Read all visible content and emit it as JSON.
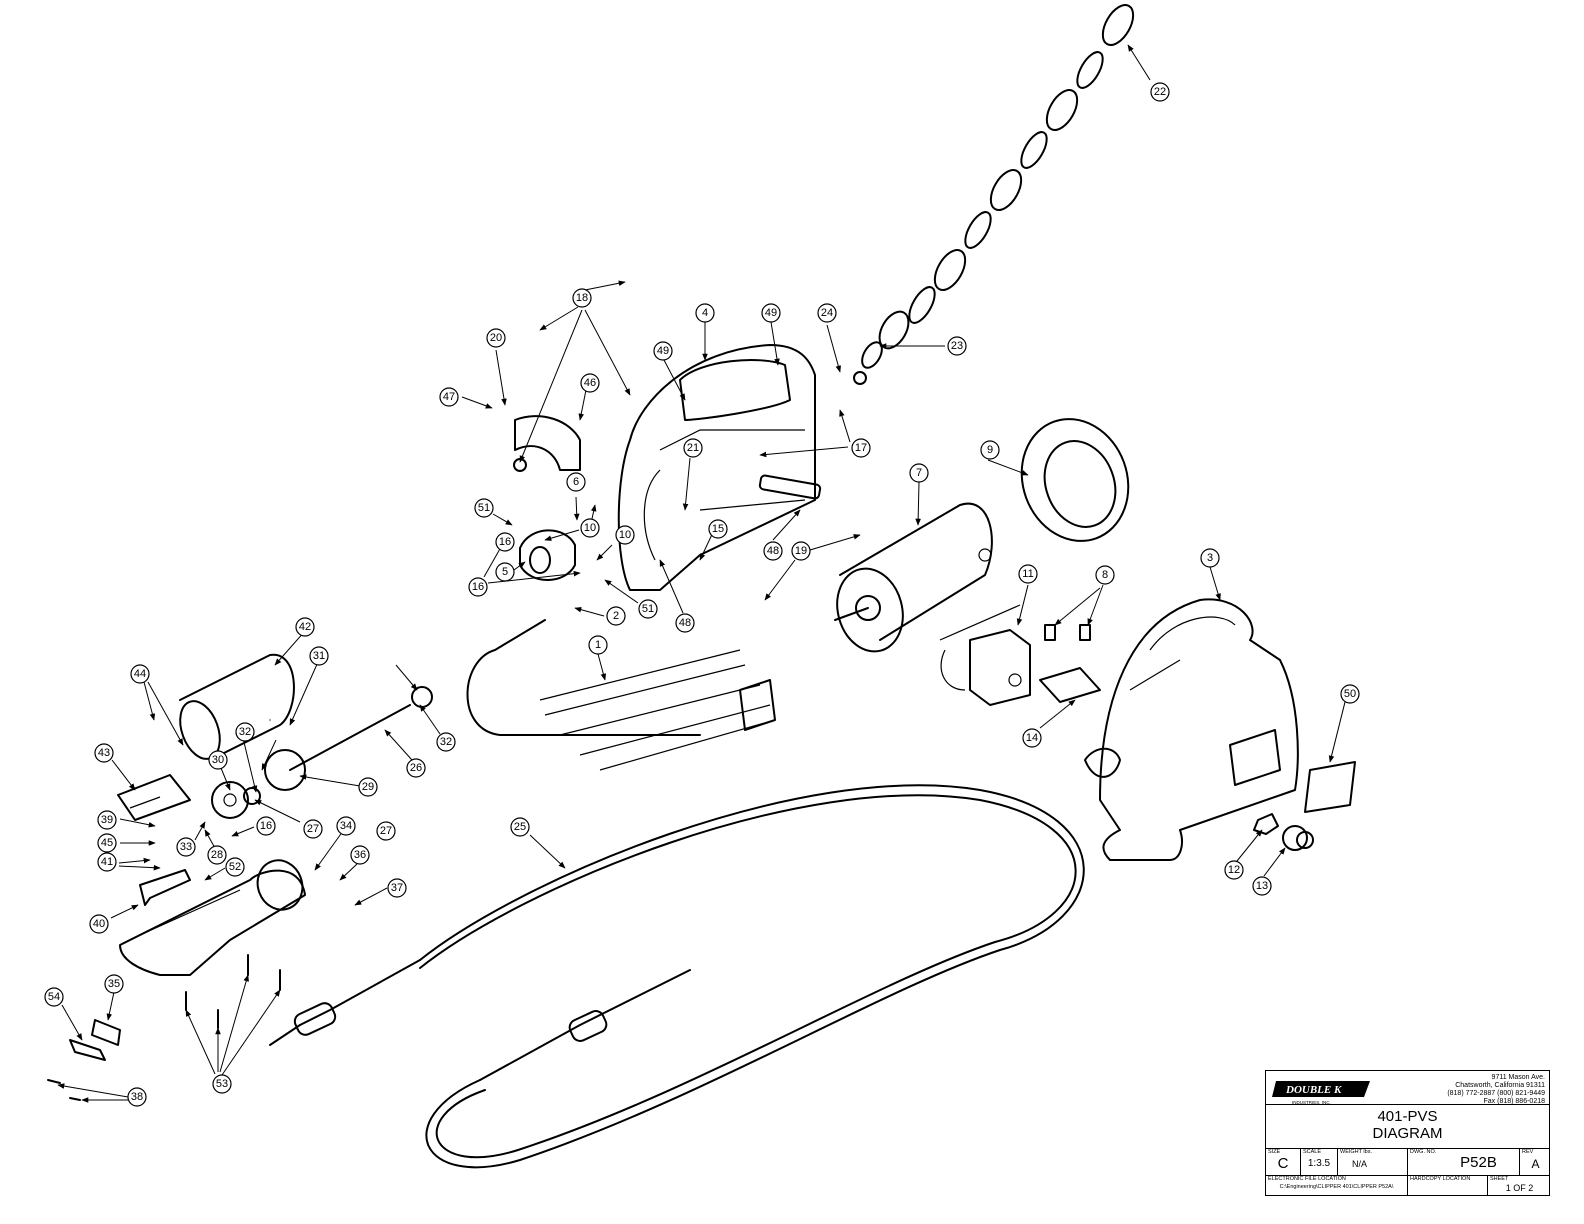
{
  "callouts": [
    "1",
    "2",
    "3",
    "4",
    "5",
    "6",
    "7",
    "8",
    "9",
    "10",
    "10",
    "11",
    "12",
    "13",
    "14",
    "15",
    "16",
    "16",
    "16",
    "17",
    "18",
    "19",
    "20",
    "21",
    "22",
    "23",
    "24",
    "25",
    "26",
    "27",
    "27",
    "28",
    "29",
    "30",
    "31",
    "32",
    "32",
    "33",
    "34",
    "35",
    "36",
    "37",
    "38",
    "39",
    "40",
    "41",
    "42",
    "43",
    "44",
    "45",
    "46",
    "47",
    "48",
    "48",
    "49",
    "49",
    "50",
    "51",
    "51",
    "52",
    "53",
    "54"
  ],
  "title_block": {
    "logo_text": "DOUBLE K",
    "logo_subtext": "INDUSTRIES, INC.",
    "address_line1": "9711 Mason Ave.",
    "address_line2": "Chatsworth, California 91311",
    "address_line3": "(818) 772-2887     (800) 821-9449",
    "address_line4": "Fax (818) 886-0218",
    "title_line1": "401-PVS",
    "title_line2": "DIAGRAM",
    "size_caption": "SIZE",
    "size_value": "C",
    "scale_caption": "SCALE",
    "scale_value": "1:3.5",
    "weight_caption": "WEIGHT lbs.",
    "weight_value": "N/A",
    "dwg_caption": "DWG. NO.",
    "dwg_value": "P52B",
    "rev_caption": "REV",
    "rev_value": "A",
    "efile_caption": "ELECTRONIC FILE LOCATION",
    "efile_value": "C:\\Engineering\\CLIPPER 401\\CLIPPER P52A\\",
    "hardcopy_caption": "HARDCOPY LOCATION",
    "sheet_caption": "SHEET",
    "sheet_value": "1 OF 2"
  }
}
